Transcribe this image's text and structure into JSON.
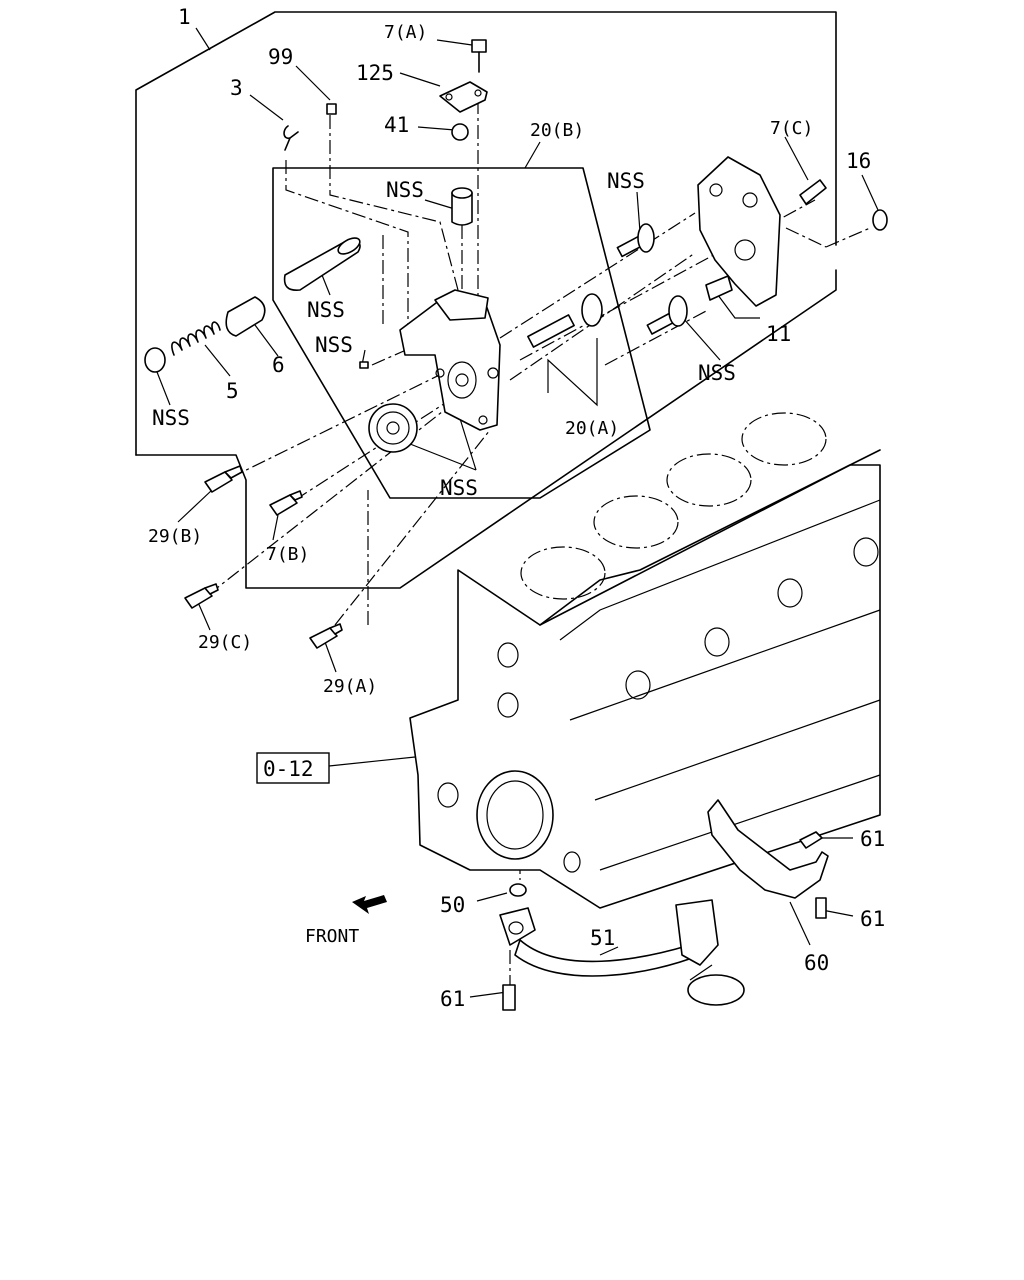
{
  "labels": {
    "l1": "1",
    "l7a": "7(A)",
    "l99": "99",
    "l125": "125",
    "l3": "3",
    "l41": "41",
    "l20b": "20(B)",
    "l7c": "7(C)",
    "l16": "16",
    "nss_sleeve": "NSS",
    "nss_gear_top": "NSS",
    "nss_shaft": "NSS",
    "nss_screw": "NSS",
    "nss_gear_right": "NSS",
    "nss_plug": "NSS",
    "nss_gear_bottom": "NSS",
    "l5": "5",
    "l6": "6",
    "l11": "11",
    "l20a": "20(A)",
    "l29b": "29(B)",
    "l7b": "7(B)",
    "l29c": "29(C)",
    "l29a": "29(A)",
    "l012": "0-12",
    "l61a": "61",
    "l61b": "61",
    "l61c": "61",
    "l60": "60",
    "l50": "50",
    "l51": "51",
    "front": "FRONT"
  }
}
